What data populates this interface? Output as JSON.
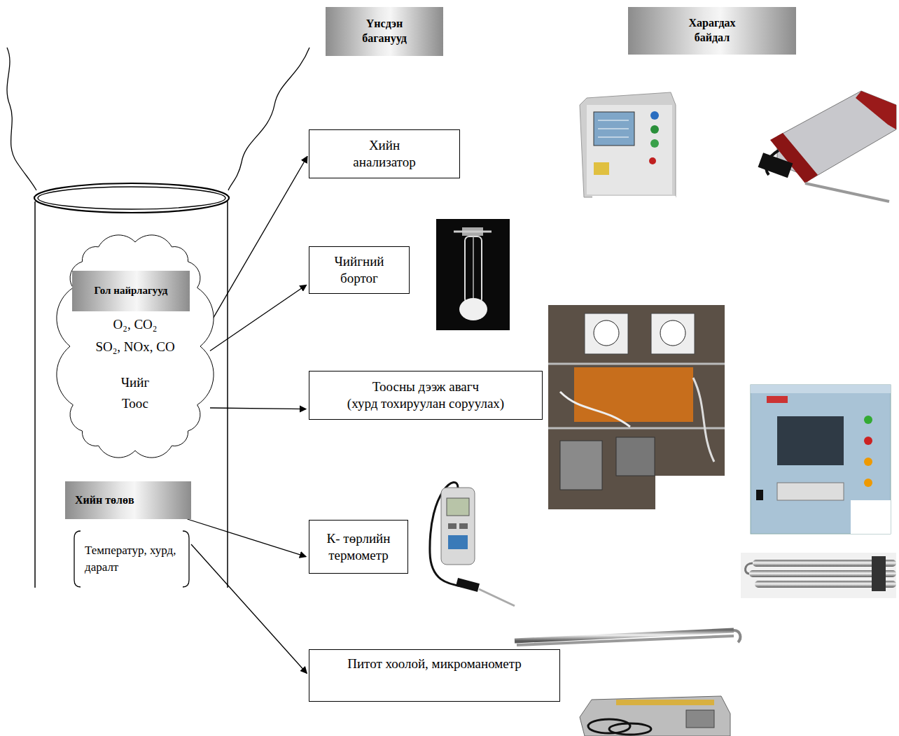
{
  "diagram": {
    "nodes": [
      {
        "text": [
          "Үнсдэн баганууд"
        ]
      },
      {
        "text": [
          "Харагдах байдал"
        ]
      },
      {
        "text": [
          "O₂, CO₂",
          "SO₂, NOx, CO",
          "Чийг",
          "Тоос"
        ]
      },
      {
        "text": [
          "Гол найрлагууд"
        ],
        "in": 2
      },
      {
        "text": [
          "Хийн анализатор"
        ]
      },
      {
        "text": [
          "Чийгний бортог"
        ]
      },
      {
        "text": [
          "Тоосны дээж авагч",
          "(хурд тохируулан соруулах)"
        ]
      },
      {
        "text": [
          "Хийн төлөв"
        ]
      },
      {
        "text": [
          "Температур, хурд, даралт"
        ]
      },
      {
        "text": [
          "К- төрлийн термометр"
        ]
      },
      {
        "text": [
          "Питот хоолой, микроманометр"
        ]
      }
    ],
    "edges": [
      {
        "from": 2,
        "to": 4,
        "arrow": "to"
      },
      {
        "from": 2,
        "to": 5,
        "arrow": "to"
      },
      {
        "from": 2,
        "to": 6,
        "arrow": "to"
      },
      {
        "from": 7,
        "to": 9,
        "arrow": "to"
      },
      {
        "from": 8,
        "to": 10,
        "arrow": "to"
      }
    ]
  }
}
